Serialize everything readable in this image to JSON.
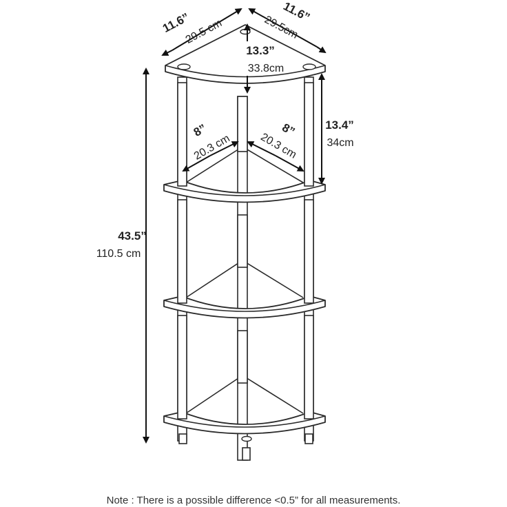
{
  "dimensions": {
    "top_left_edge": {
      "in": "11.6”",
      "cm": "29.5 cm"
    },
    "top_right_edge": {
      "in": "11.6”",
      "cm": "29.5cm"
    },
    "depth": {
      "in": "13.3”",
      "cm": "33.8cm"
    },
    "shelf_gap": {
      "in": "13.4”",
      "cm": "34cm"
    },
    "inner_left": {
      "in": "8”",
      "cm": "20.3 cm"
    },
    "inner_right": {
      "in": "8”",
      "cm": "20.3 cm"
    },
    "height": {
      "in": "43.5”",
      "cm": "110.5 cm"
    }
  },
  "note": "Note : There is a possible difference <0.5” for all measurements."
}
